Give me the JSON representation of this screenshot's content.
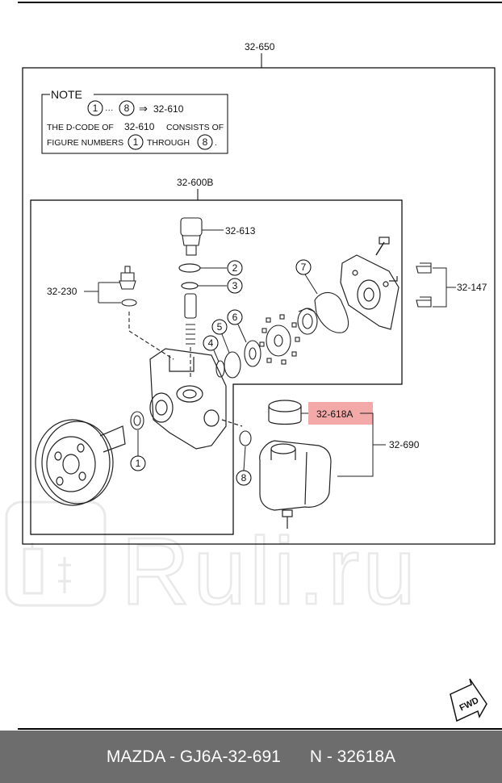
{
  "diagram": {
    "assembly_label": "32-650",
    "subassembly_label": "32-600B",
    "note": {
      "heading": "NOTE",
      "range_start": "1",
      "range_dots": "···",
      "range_end": "8",
      "arrow": "⇒",
      "range_code": "32-610",
      "line2_prefix": "THE D-CODE OF",
      "line2_code": "32-610",
      "line2_suffix": "CONSISTS OF",
      "line3_prefix": "FIGURE NUMBERS",
      "line3_through": "THROUGH",
      "line3_end": "."
    },
    "part_labels": {
      "p613": "32-613",
      "p230": "32-230",
      "p147": "32-147",
      "p690": "32-690"
    },
    "highlighted_label": "32-618A",
    "highlight_color": "#f4a9a9",
    "figure_numbers": [
      "1",
      "2",
      "3",
      "4",
      "5",
      "6",
      "7",
      "8"
    ],
    "fwd_label": "FWD",
    "watermark": "Ruli.ru"
  },
  "footer": {
    "left": "MAZDA - GJ6A-32-691",
    "right": "N - 32618A",
    "background": "#6d6d6d"
  }
}
